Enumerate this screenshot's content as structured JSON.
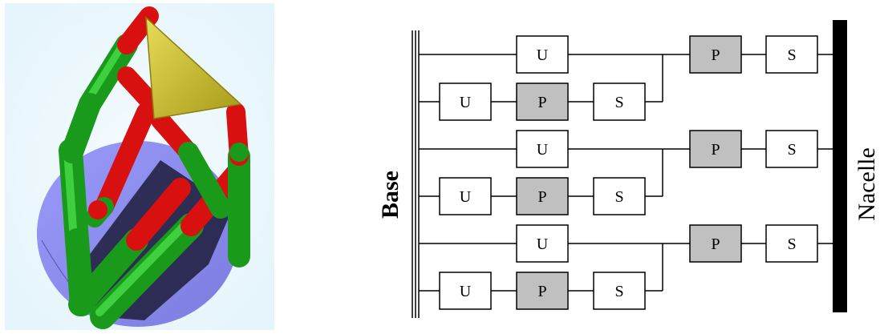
{
  "diagram": {
    "base_label": "Base",
    "nacelle_label": "Nacelle",
    "colors": {
      "passive_fill": "#ffffff",
      "active_fill": "#c0c0c0",
      "line": "#000000",
      "nacelle_bar": "#000000"
    },
    "legs": [
      {
        "upper": [
          {
            "label": "U"
          },
          {
            "label": "P",
            "active": true
          },
          {
            "label": "S"
          }
        ],
        "lower": [
          {
            "label": "U"
          },
          {
            "label": "P",
            "active": true
          },
          {
            "label": "S"
          }
        ]
      },
      {
        "upper": [
          {
            "label": "U"
          },
          {
            "label": "P",
            "active": true
          },
          {
            "label": "S"
          }
        ],
        "lower": [
          {
            "label": "U"
          },
          {
            "label": "P",
            "active": true
          },
          {
            "label": "S"
          }
        ]
      },
      {
        "upper": [
          {
            "label": "U"
          },
          {
            "label": "P",
            "active": true
          },
          {
            "label": "S"
          }
        ],
        "lower": [
          {
            "label": "U"
          },
          {
            "label": "P",
            "active": true
          },
          {
            "label": "S"
          }
        ]
      }
    ]
  },
  "render": {
    "robot_illustration": "3d-rendered-parallel-robot-illustration",
    "colors": {
      "background_glow": "#eef8fc",
      "ground_disk": "#8f8ff2",
      "top_platform": "#d8cb35",
      "strut_green": "#1db21d",
      "strut_red": "#ea1414",
      "shadow": "#1c1c3a"
    }
  }
}
